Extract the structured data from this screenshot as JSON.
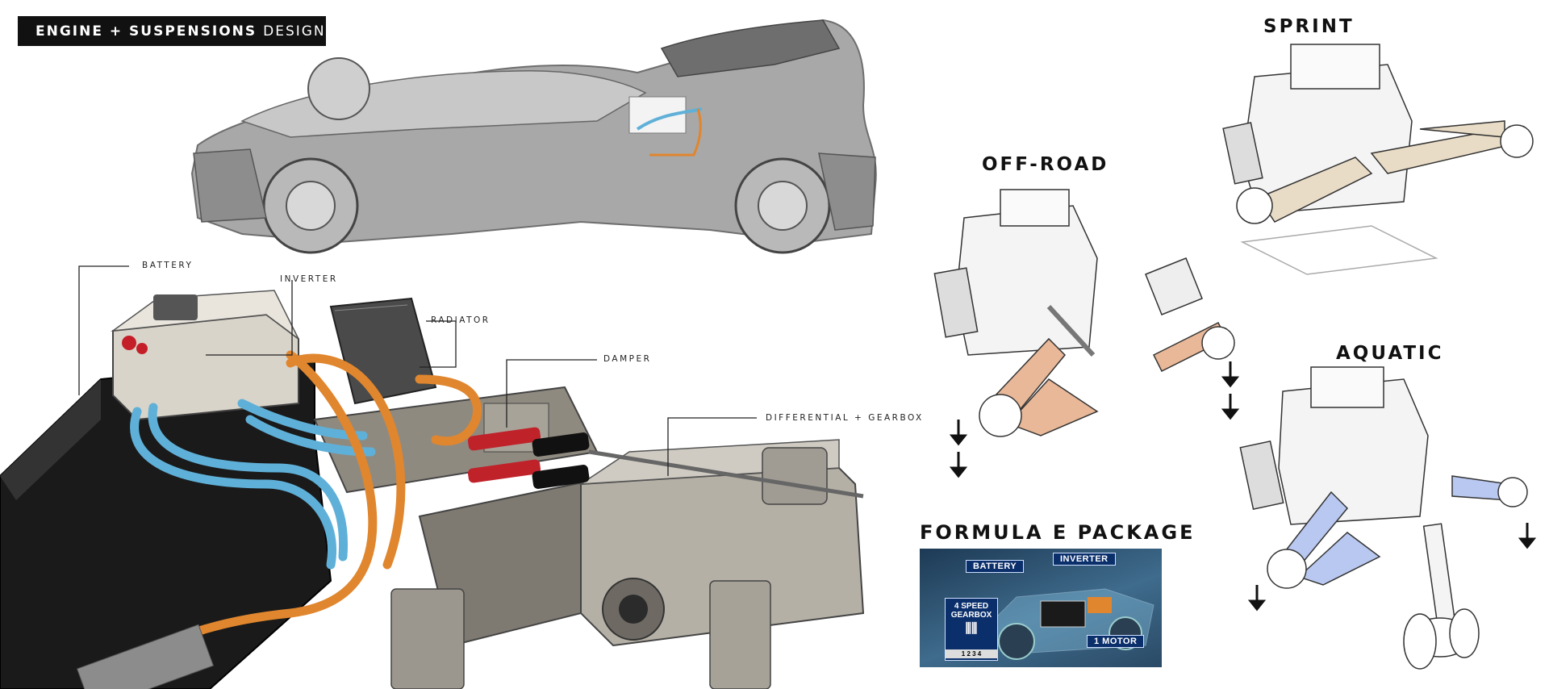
{
  "header": {
    "title_bold": "ENGINE + SUSPENSIONS",
    "title_light": "DESIGN"
  },
  "callouts": {
    "battery": "BATTERY",
    "inverter": "INVERTER",
    "radiator": "RADIATOR",
    "damper": "DAMPER",
    "differential": "DIFFERENTIAL + GEARBOX"
  },
  "variants": {
    "sprint": "SPRINT",
    "offroad": "OFF-ROAD",
    "aquatic": "AQUATIC"
  },
  "package": {
    "title": "FORMULA E PACKAGE",
    "battery": "BATTERY",
    "inverter": "INVERTER",
    "gearbox_line1": "4 SPEED",
    "gearbox_line2": "GEARBOX",
    "gear_numbers": "1 2 3 4",
    "motor": "1 MOTOR"
  },
  "colors": {
    "cable_blue": "#5fb0d8",
    "cable_orange": "#e0862e",
    "damper_red": "#c0222a",
    "offroad_tint": "#e8b898",
    "sprint_tint": "#e9dcc6",
    "aquatic_tint": "#b9c8f0"
  }
}
